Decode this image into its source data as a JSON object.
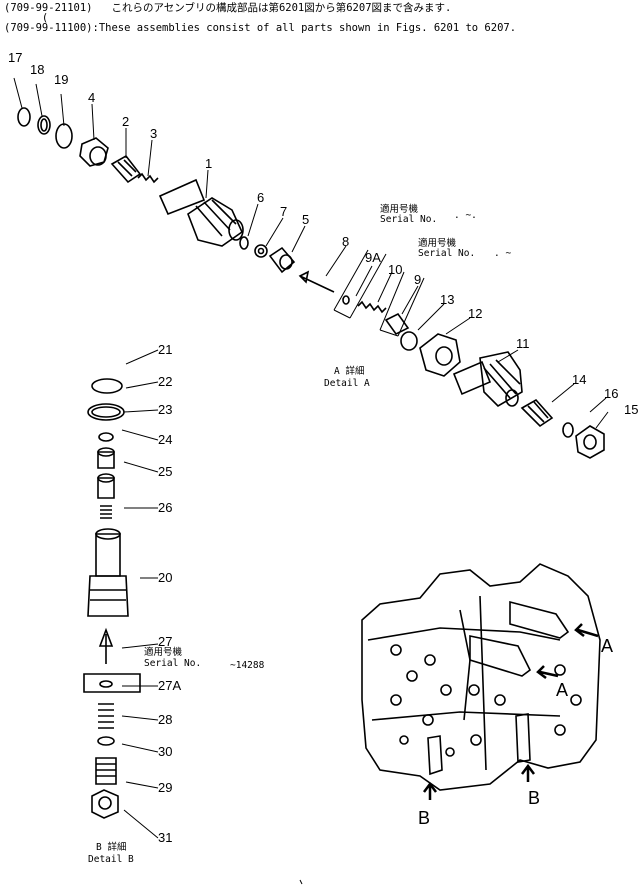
{
  "header": {
    "line1": "(709-99-21101)   これらのアセンブリの構成部品は第6201図から第6207図まで含みます.",
    "line2": "      (",
    "line3": "(709-99-11100):These assemblies consist of all parts shown in Figs. 6201 to 6207."
  },
  "callouts": [
    "17",
    "18",
    "19",
    "4",
    "2",
    "3",
    "1",
    "6",
    "7",
    "5",
    "8",
    "9A",
    "10",
    "9",
    "13",
    "12",
    "11",
    "14",
    "16",
    "15",
    "21",
    "22",
    "23",
    "24",
    "25",
    "26",
    "20",
    "27",
    "27A",
    "28",
    "30",
    "29",
    "31"
  ],
  "serial_a1": {
    "jp": "適用号機",
    "en": "Serial No.",
    "value": ". ~."
  },
  "serial_a2": {
    "jp": "適用号機",
    "en": "Serial No.",
    "value": ". ~"
  },
  "serial_b": {
    "jp": "適用号機",
    "en": "Serial No.",
    "value": "~14288"
  },
  "detail_a": {
    "jp": "A 詳細",
    "en": "Detail A"
  },
  "detail_b": {
    "jp": "B 詳細",
    "en": "Detail B"
  },
  "view_letters": {
    "a1": "A",
    "a2": "A",
    "b1": "B",
    "b2": "B"
  }
}
